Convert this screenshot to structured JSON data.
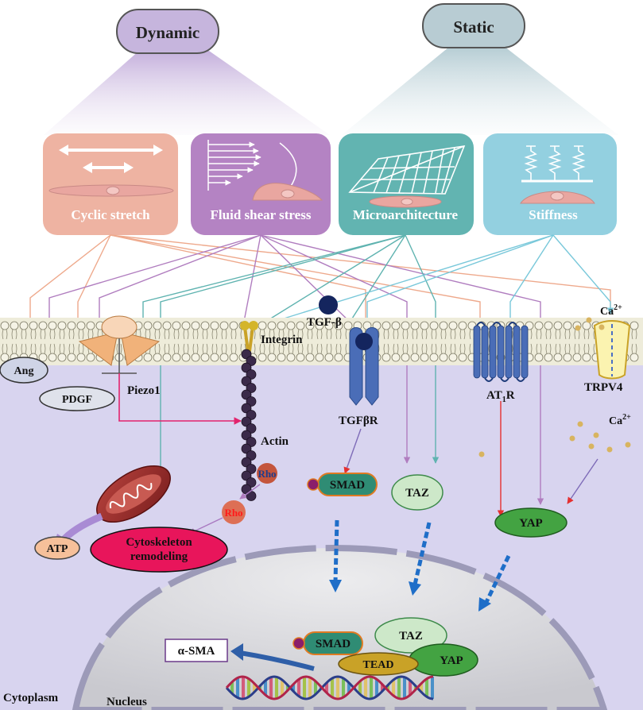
{
  "header": {
    "dynamic_label": "Dynamic",
    "static_label": "Static"
  },
  "stimuli": {
    "cyclic_stretch": "Cyclic stretch",
    "fluid_shear": "Fluid shear stress",
    "microarchitecture": "Microarchitecture",
    "stiffness": "Stiffness"
  },
  "membrane": {
    "integrin": "Integrin",
    "piezo1": "Piezo1",
    "tgf_beta": "TGF-β",
    "tgfbr": "TGFβR",
    "at1r_prefix": "AT",
    "at1r_sub": "1",
    "at1r_suffix": "R",
    "ca_top": "Ca",
    "ca_sup": "2+",
    "trpv4": "TRPV4",
    "ca_inner": "Ca"
  },
  "cytoplasm": {
    "ang": "Ang",
    "pdgf": "PDGF",
    "actin": "Actin",
    "rho_1": "Rho",
    "rho_2": "Rho",
    "smad": "SMAD",
    "taz": "TAZ",
    "yap": "YAP",
    "atp": "ATP",
    "cytoskeleton_line1": "Cytoskeleton",
    "cytoskeleton_line2": "remodeling"
  },
  "nucleus": {
    "alpha_sma": "α-SMA",
    "smad": "SMAD",
    "taz": "TAZ",
    "tead": "TEAD",
    "yap": "YAP"
  },
  "regions": {
    "cytoplasm": "Cytoplasm",
    "nucleus": "Nucleus"
  },
  "colors": {
    "stretch_arrow": "#eea98c",
    "shear_arrow": "#b07dbf",
    "micro_arrow": "#5fb3b0",
    "stiff_arrow": "#79c8da",
    "piezo_arrow": "#e2236d",
    "cytoplasm": "#d8d4ef",
    "nucleus": "#d4d4d8",
    "membrane": "#e8e6d3"
  }
}
